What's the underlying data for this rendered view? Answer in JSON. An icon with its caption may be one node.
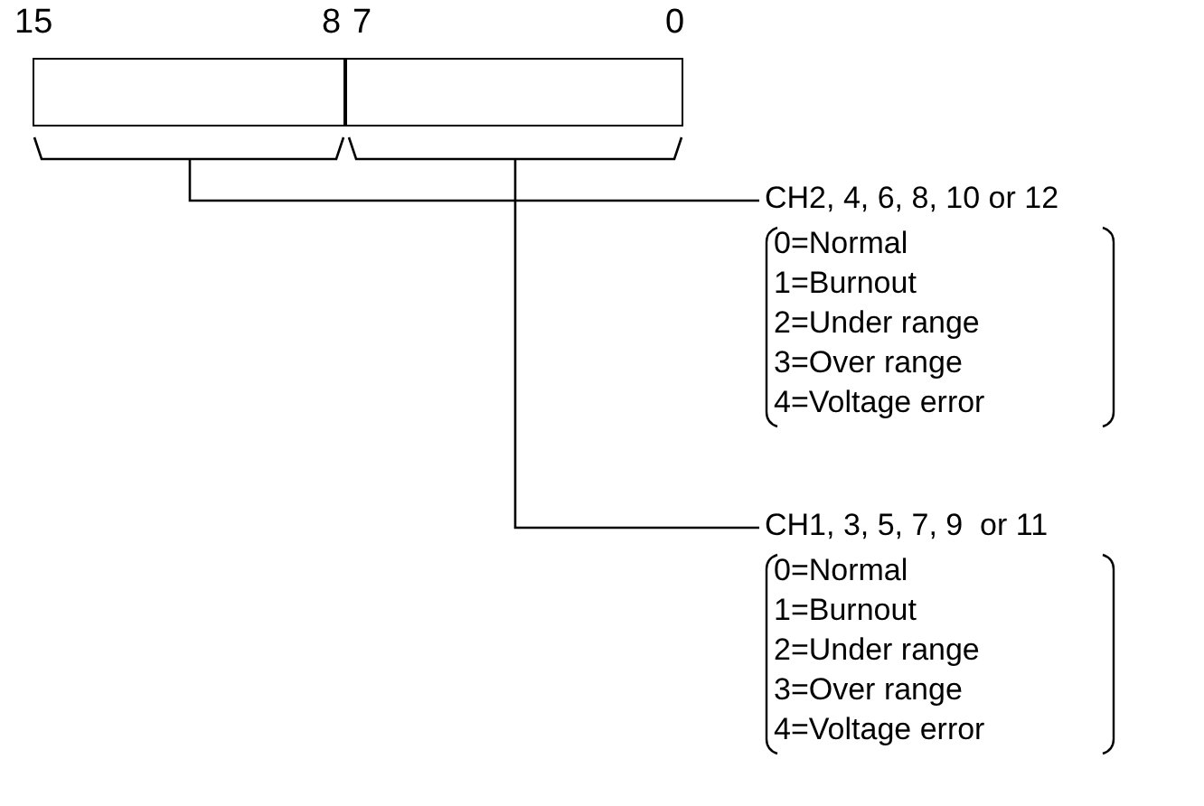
{
  "diagram": {
    "nodes": [
      {
        "text": [],
        "shape": "box"
      },
      {
        "text": [],
        "shape": "box"
      },
      {
        "text": [
          "CH2, 4, 6, 8, 10 or 12"
        ]
      },
      {
        "text": [
          "CH1, 3, 5, 7, 9  or 11"
        ]
      }
    ],
    "edges": [
      {
        "from": 0,
        "to": 2,
        "arrow": "none"
      },
      {
        "from": 1,
        "to": 3,
        "arrow": "none"
      }
    ],
    "labels": [
      "15",
      "8",
      "7",
      "0",
      "0=Normal",
      "1=Burnout",
      "2=Under range",
      "3=Over range",
      "4=Voltage error",
      "0=Normal",
      "1=Burnout",
      "2=Under range",
      "3=Over range",
      "4=Voltage error"
    ]
  }
}
